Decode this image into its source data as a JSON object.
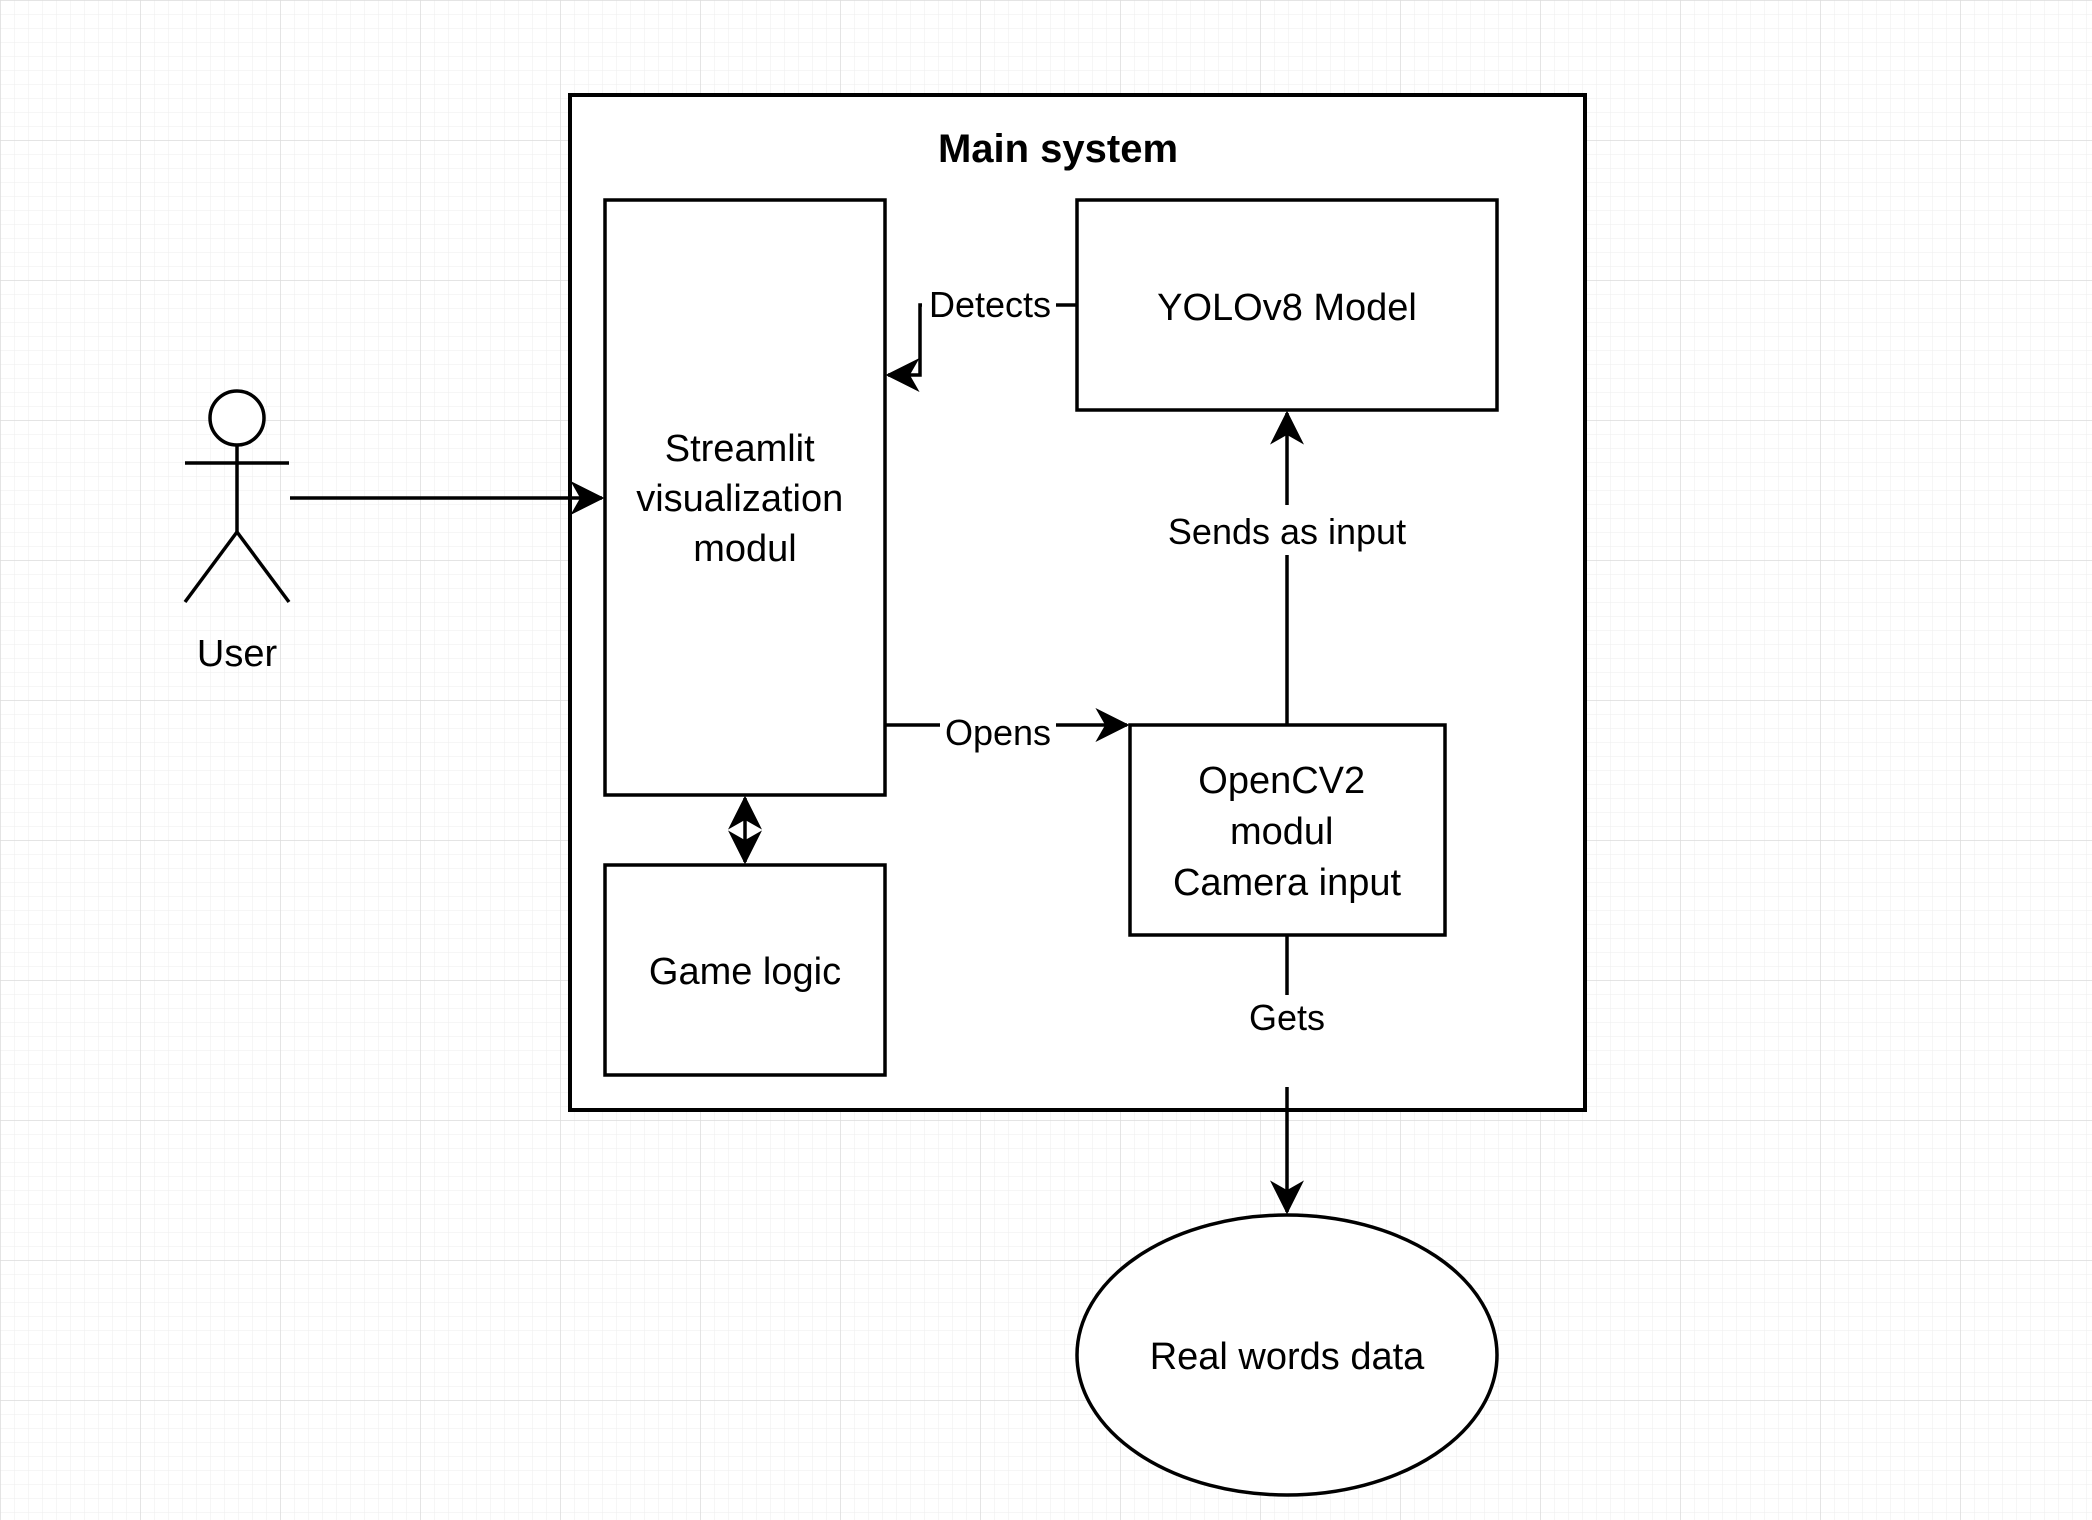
{
  "diagram": {
    "colors": {
      "background": "#ffffff",
      "grid_minor": "#eeeeee",
      "grid_major": "#dcdcdc",
      "stroke": "#000000"
    },
    "actor": {
      "label": "User"
    },
    "container": {
      "title": "Main system"
    },
    "nodes": {
      "streamlit": {
        "lines": [
          "Streamlit",
          "visualization",
          "modul"
        ]
      },
      "yolo": {
        "lines": [
          "YOLOv8 Model"
        ]
      },
      "opencv": {
        "lines": [
          "OpenCV2",
          "modul",
          "Camera input"
        ]
      },
      "game_logic": {
        "lines": [
          "Game logic"
        ]
      },
      "real_data": {
        "lines": [
          "Real words data"
        ]
      }
    },
    "edges": {
      "user_to_streamlit": {
        "label": ""
      },
      "yolo_to_streamlit": {
        "label": "Detects"
      },
      "streamlit_to_opencv": {
        "label": "Opens"
      },
      "opencv_to_yolo": {
        "label": "Sends as input"
      },
      "opencv_to_real_data": {
        "label": "Gets"
      },
      "streamlit_game_logic": {
        "label": ""
      }
    }
  }
}
